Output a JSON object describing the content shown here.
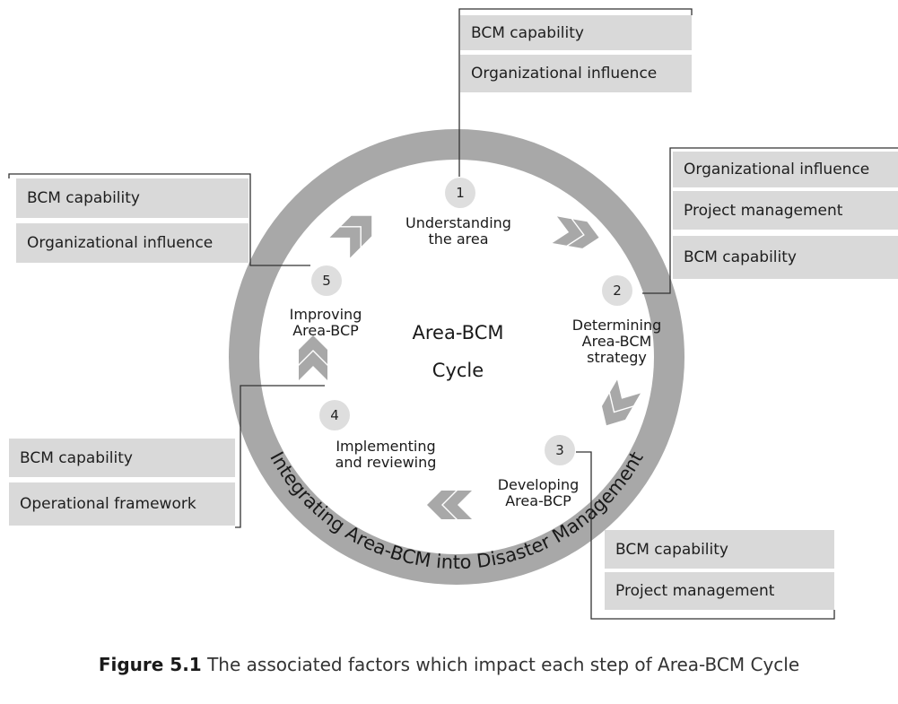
{
  "ring_label": "Integrating Area-BCM into Disaster Management",
  "center": {
    "line1": "Area-BCM",
    "line2": "Cycle"
  },
  "steps": [
    {
      "number": "1",
      "line1": "Understanding",
      "line2": "the area",
      "line3": ""
    },
    {
      "number": "2",
      "line1": "Determining",
      "line2": "Area-BCM",
      "line3": "strategy"
    },
    {
      "number": "3",
      "line1": "Developing",
      "line2": "Area-BCP",
      "line3": ""
    },
    {
      "number": "4",
      "line1": "Implementing",
      "line2": "and reviewing",
      "line3": ""
    },
    {
      "number": "5",
      "line1": "Improving",
      "line2": "Area-BCP",
      "line3": ""
    }
  ],
  "factors": {
    "step1": [
      "BCM capability",
      "Organizational influence"
    ],
    "step2": [
      "Organizational influence",
      "Project management",
      "BCM capability"
    ],
    "step3": [
      "BCM capability",
      "Project management"
    ],
    "step4": [
      "BCM capability",
      "Operational framework"
    ],
    "step5": [
      "BCM capability",
      "Organizational influence"
    ]
  },
  "caption": {
    "label": "Figure 5.1",
    "text": "The associated factors which impact each step of Area-BCM Cycle"
  },
  "colors": {
    "ring": "#a8a8a8",
    "box": "#d9d9d9",
    "number_circle": "#dedede",
    "connector": "#333333"
  }
}
